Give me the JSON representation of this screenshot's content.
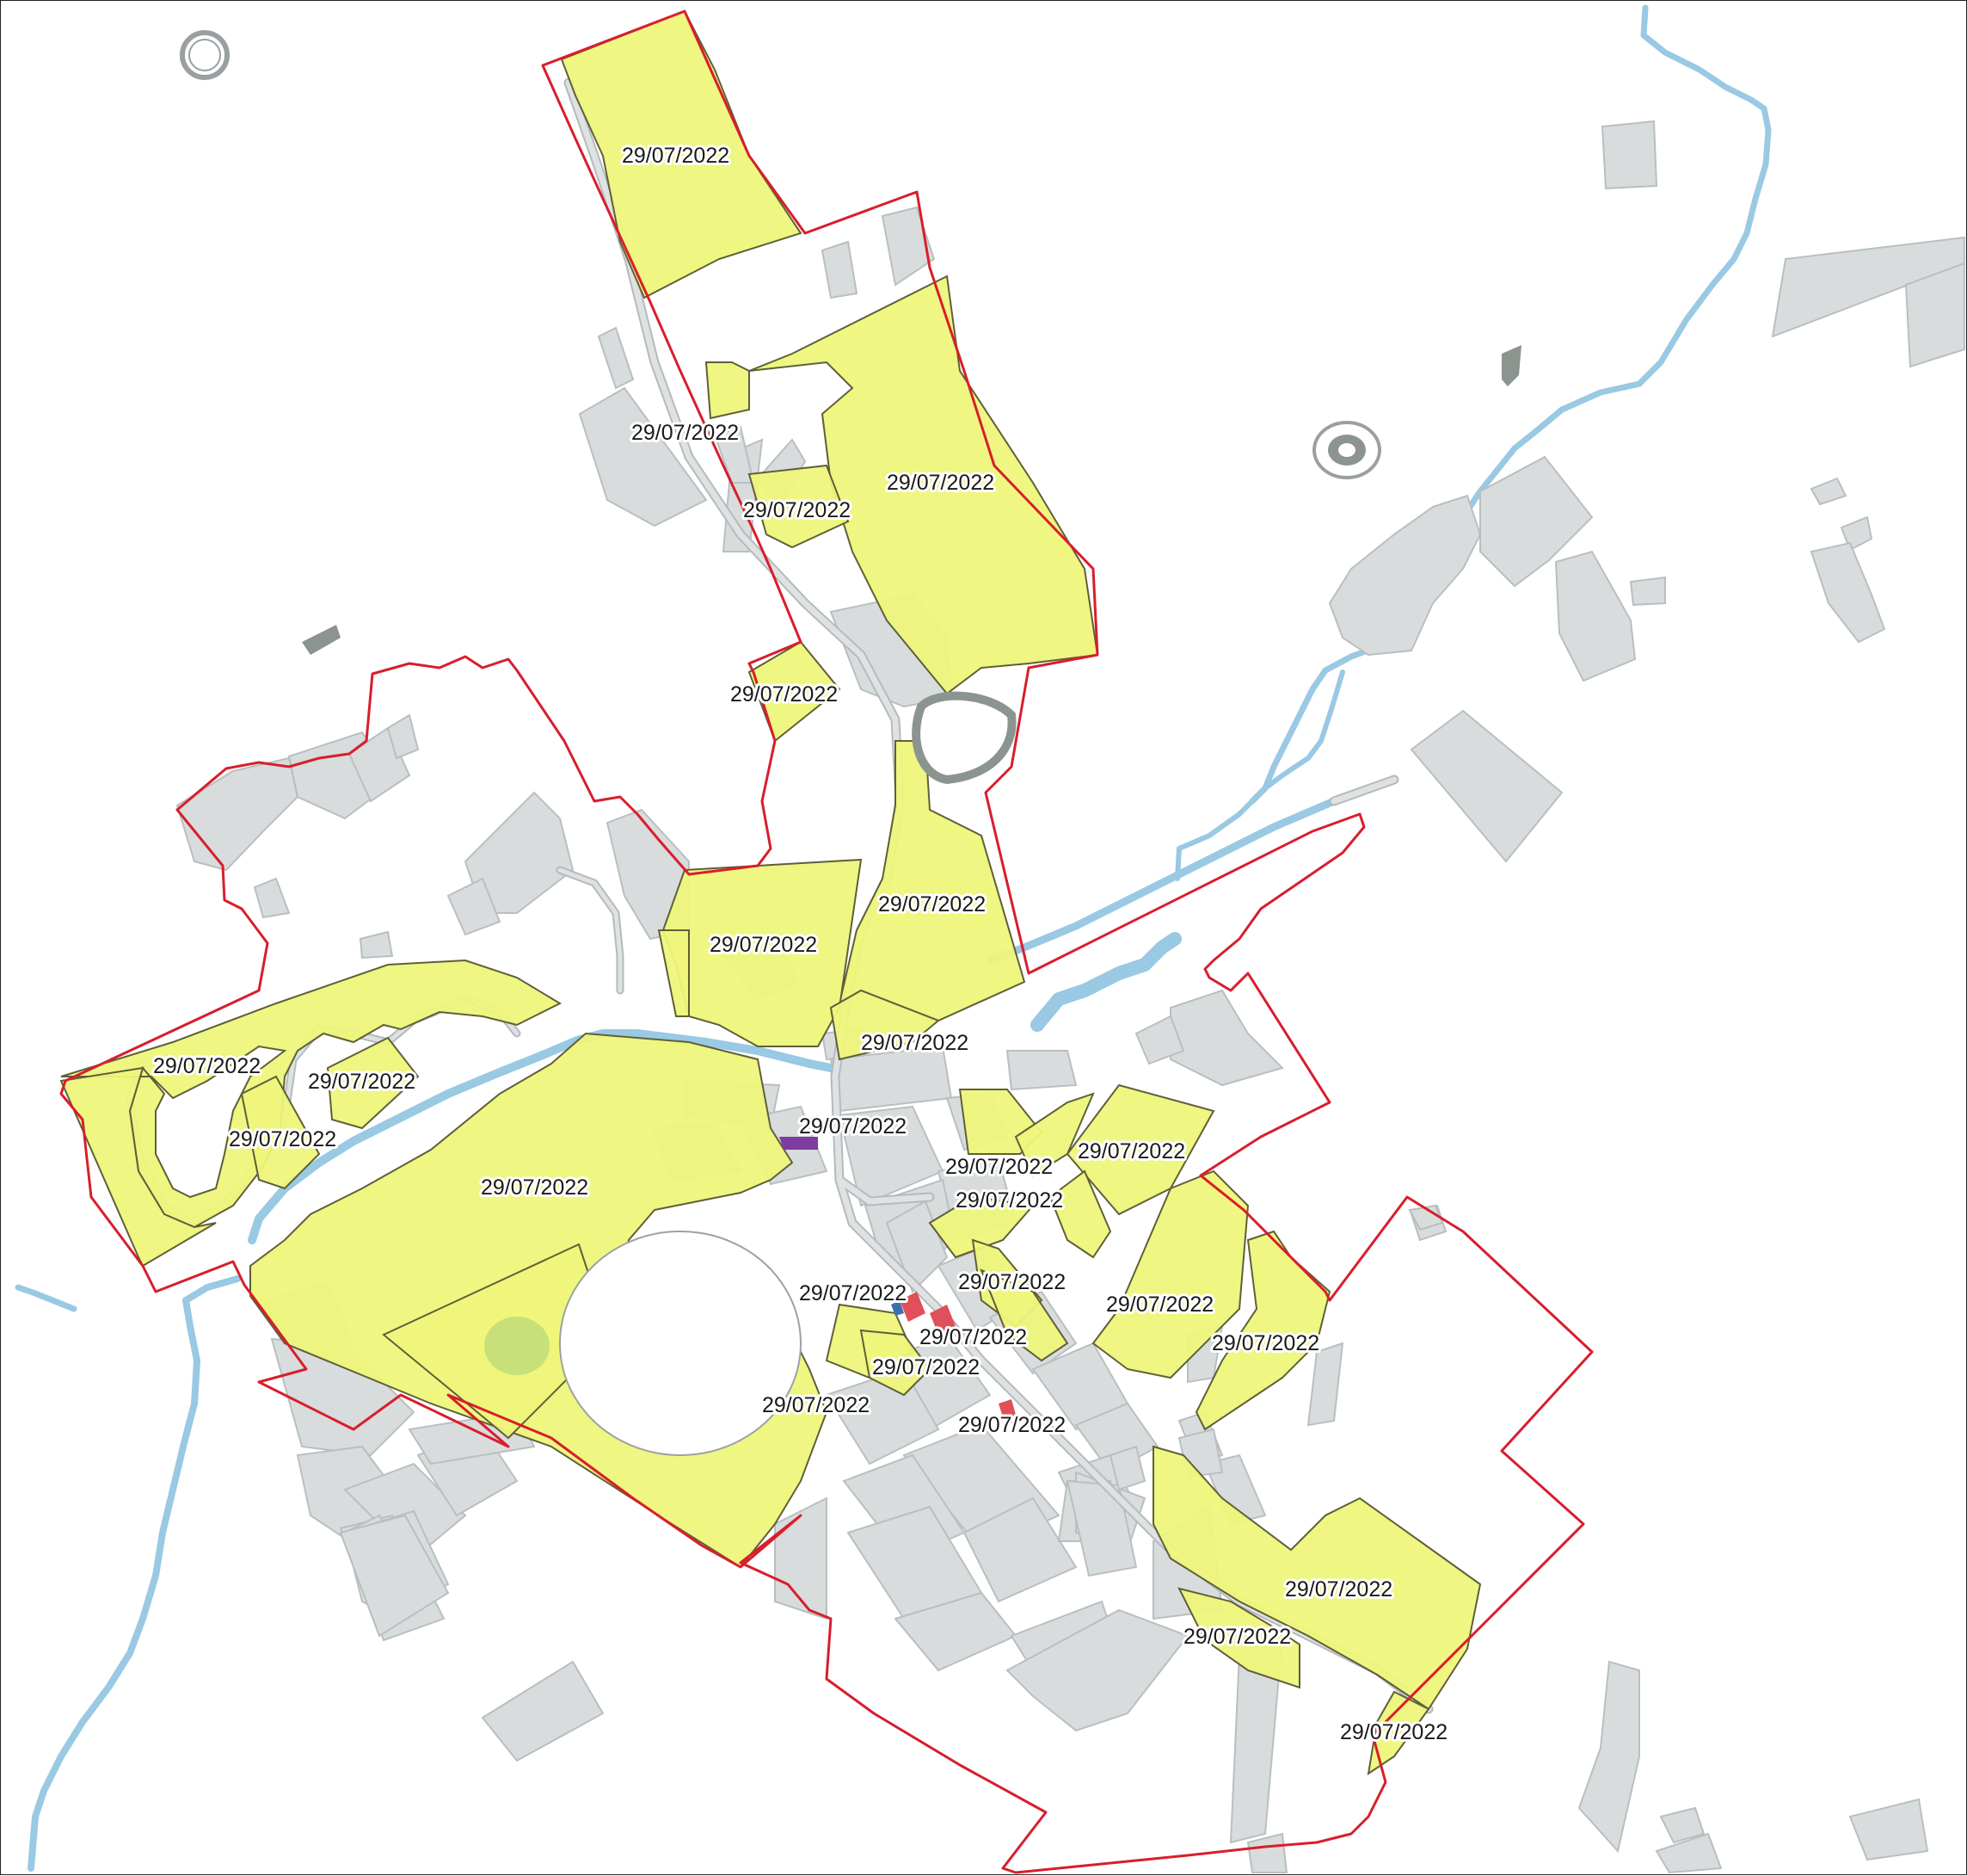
{
  "map": {
    "colors": {
      "background": "#ffffff",
      "building": "#d8dcdd",
      "building_edge": "#b9bfc1",
      "road": "#dfe2e3",
      "road_edge": "#b5babc",
      "water": "#99c9e3",
      "zone_fill": "#eef57a",
      "zone_fill_alt": "#e6ee6c",
      "zone_edge": "#5f5f3a",
      "boundary": "#d81e2c",
      "marker_red": "#e0505a",
      "marker_purple": "#7d3ca0",
      "marker_blue": "#3d6fb0",
      "green_spot": "#c8e07a",
      "dark_feature": "#8c9490"
    },
    "icons": [
      "roundabout-icon",
      "monument-icon"
    ],
    "labels": [
      {
        "id": "l01",
        "text": "29/07/2022"
      },
      {
        "id": "l02",
        "text": "29/07/2022"
      },
      {
        "id": "l03",
        "text": "29/07/2022"
      },
      {
        "id": "l04",
        "text": "29/07/2022"
      },
      {
        "id": "l05",
        "text": "29/07/2022"
      },
      {
        "id": "l06",
        "text": "29/07/2022"
      },
      {
        "id": "l07",
        "text": "29/07/2022"
      },
      {
        "id": "l08",
        "text": "29/07/2022"
      },
      {
        "id": "l09",
        "text": "29/07/2022"
      },
      {
        "id": "l10",
        "text": "29/07/2022"
      },
      {
        "id": "l11",
        "text": "29/07/2022"
      },
      {
        "id": "l12",
        "text": "29/07/2022"
      },
      {
        "id": "l13",
        "text": "29/07/2022"
      },
      {
        "id": "l14",
        "text": "29/07/2022"
      },
      {
        "id": "l15",
        "text": "29/07/2022"
      },
      {
        "id": "l16",
        "text": "29/07/2022"
      },
      {
        "id": "l17",
        "text": "29/07/2022"
      },
      {
        "id": "l18",
        "text": "29/07/2022"
      },
      {
        "id": "l19",
        "text": "29/07/2022"
      },
      {
        "id": "l20",
        "text": "29/07/2022"
      },
      {
        "id": "l21",
        "text": "29/07/2022"
      },
      {
        "id": "l22",
        "text": "29/07/2022"
      },
      {
        "id": "l23",
        "text": "29/07/2022"
      },
      {
        "id": "l24",
        "text": "29/07/2022"
      },
      {
        "id": "l25",
        "text": "29/07/2022"
      },
      {
        "id": "l26",
        "text": "29/07/2022"
      }
    ]
  }
}
